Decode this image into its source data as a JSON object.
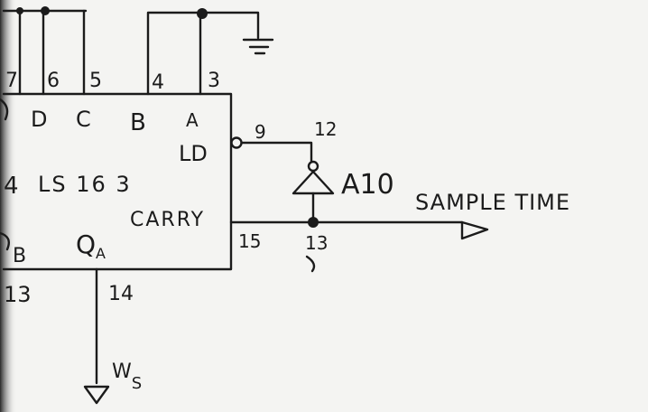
{
  "chip": {
    "part": "LS 16 3",
    "prefix_fragment": "4",
    "inputs": {
      "d": "D",
      "c": "C",
      "b": "B",
      "a": "A"
    },
    "load": "LD",
    "carry": "CARRY",
    "qa": {
      "main": "Q",
      "sub": "A"
    },
    "left_frag": "B"
  },
  "pins": {
    "p7": "7",
    "p6": "6",
    "p5": "5",
    "p4": "4",
    "p3": "3",
    "p9": "9",
    "p12": "12",
    "p15": "15",
    "p13a": "13",
    "p13b": "13",
    "p14": "14"
  },
  "inverter": {
    "name": "A10"
  },
  "signals": {
    "sample_time": "SAMPLE TIME",
    "ws": {
      "main": "W",
      "sub": "S"
    }
  },
  "colors": {
    "ink": "#1b1b1b",
    "paper": "#f4f4f2"
  }
}
